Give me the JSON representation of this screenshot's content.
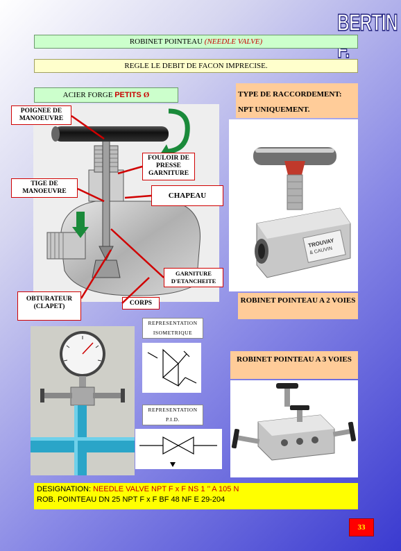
{
  "logo_text": "BERTIN F.",
  "title": {
    "main": "ROBINET POINTEAU ",
    "english": "(NEEDLE VALVE)"
  },
  "subtitle": "REGLE LE DEBIT DE FACON IMPRECISE.",
  "forge": {
    "text": "ACIER FORGE ",
    "petits": "PETITS ",
    "symbol": "Ø"
  },
  "raccordement": {
    "line1": "TYPE DE RACCORDEMENT:",
    "line2": "NPT UNIQUEMENT."
  },
  "labels": {
    "poignee": "POIGNEE DE MANOEUVRE",
    "fouloir": "FOULOIR DE PRESSE GARNITURE",
    "tige": "TIGE DE MANOEUVRE",
    "chapeau": "CHAPEAU",
    "garniture": "GARNITURE D'ETANCHEITE",
    "obturateur": "OBTURATEUR (CLAPET)",
    "corps": "CORPS",
    "robinet2": "ROBINET POINTEAU A 2 VOIES",
    "robinet3": "ROBINET POINTEAU A 3 VOIES",
    "rep_iso_1": "REPRESENTATION",
    "rep_iso_2": "ISOMETRIQUE",
    "rep_pid_1": "REPRESENTATION",
    "rep_pid_2": "P.I.D."
  },
  "photo_brand": {
    "line1": "TROUVAY",
    "line2": "& CAUVIN"
  },
  "designation": {
    "label": "DESIGNATION: ",
    "value": "NEEDLE VALVE NPT F x F NS 1 ’’  A 105 N",
    "line2": "ROB. POINTEAU DN 25 NPT F x F  BF 48  NF E 29-204"
  },
  "page_number": "33",
  "colors": {
    "label_border": "#d00000",
    "title_bar": "#ccffcc",
    "subtitle_bar": "#ffffcc",
    "pink_box": "#ffcc99",
    "designation_bg": "#ffff00",
    "designation_highlight": "#c80000",
    "page_badge": "#ff0000"
  }
}
